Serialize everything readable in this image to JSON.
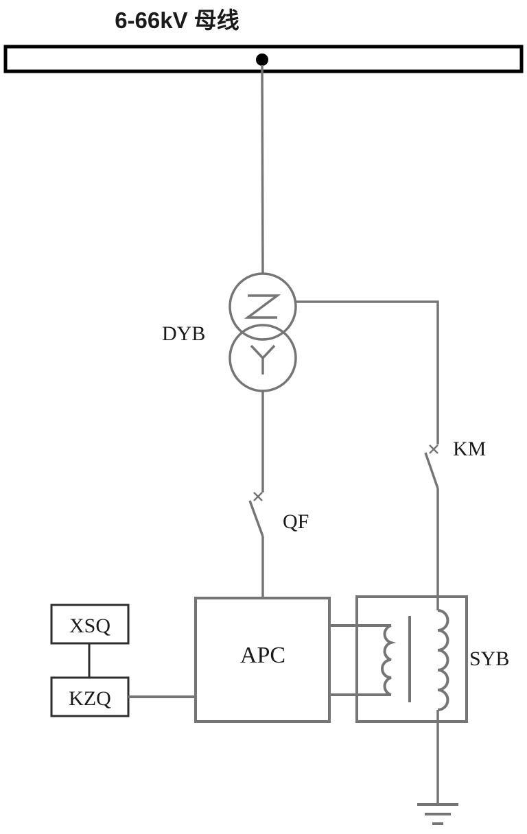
{
  "title": "6-66kV 母线",
  "components": {
    "transformer_label": "DYB",
    "km_label": "KM",
    "qf_label": "QF",
    "apc_label": "APC",
    "xsq_label": "XSQ",
    "kzq_label": "KZQ",
    "syb_label": "SYB"
  },
  "colors": {
    "busbar": "#000000",
    "line": "#757575",
    "box_border": "#2e2e2e",
    "text": "#1a1a1a",
    "background": "#ffffff"
  }
}
